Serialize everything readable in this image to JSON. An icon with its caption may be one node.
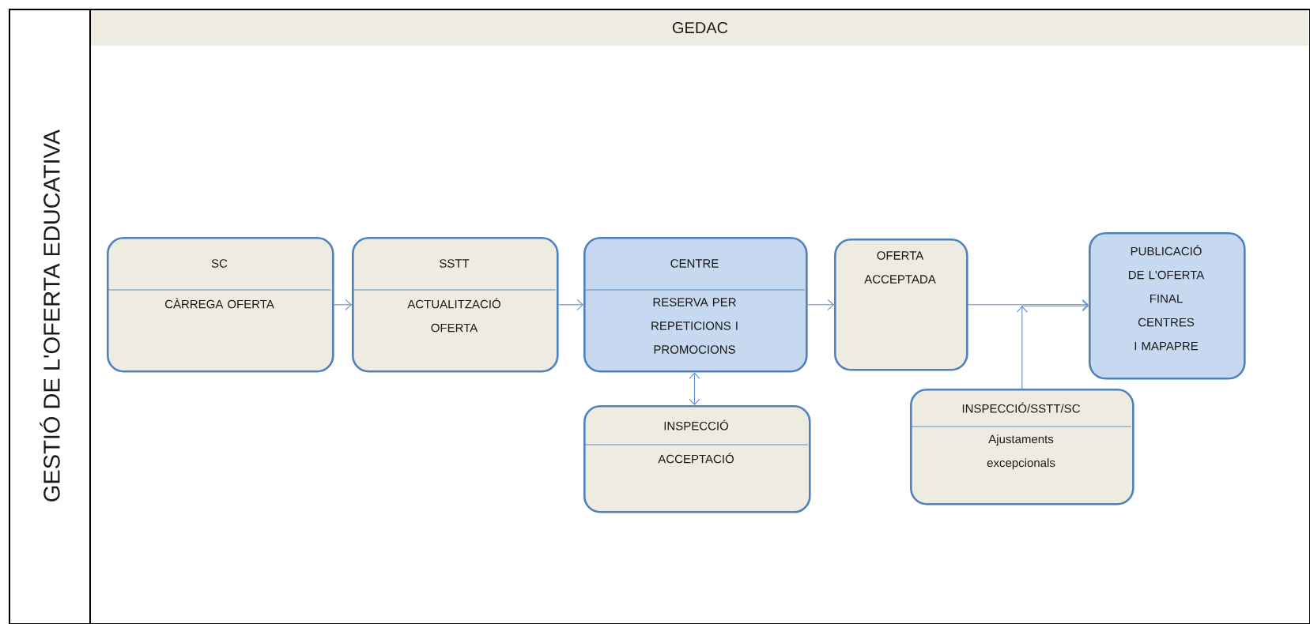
{
  "diagram": {
    "nodes": [
      {
        "text": [
          "GESTIÓ DE L'OFERTA EDUCATIVA"
        ]
      },
      {
        "text": [
          "GEDAC"
        ]
      },
      {
        "text": [
          "SC",
          "CÀRREGA OFERTA"
        ],
        "in": 1
      },
      {
        "text": [
          "SSTT",
          "ACTUALITZACIÓ OFERTA"
        ],
        "in": 1
      },
      {
        "text": [
          "CENTRE",
          "RESERVA PER REPETICIONS I PROMOCIONS"
        ],
        "in": 1
      },
      {
        "text": [
          "OFERTA ACCEPTADA"
        ],
        "in": 1
      },
      {
        "text": [
          "PUBLICACIÓ DE L'OFERTA FINAL CENTRES I MAPAPRE"
        ],
        "in": 1
      },
      {
        "text": [
          "INSPECCIÓ",
          "ACCEPTACIÓ"
        ],
        "in": 1
      },
      {
        "text": [
          "INSPECCIÓ/SSTT/SC",
          "Ajustaments excepcionals"
        ],
        "in": 1
      }
    ],
    "edges": [
      {
        "from": 2,
        "to": 3,
        "arrow": "to"
      },
      {
        "from": 3,
        "to": 4,
        "arrow": "to"
      },
      {
        "from": 4,
        "to": 5,
        "arrow": "to"
      },
      {
        "from": 5,
        "to": 6,
        "arrow": "to"
      },
      {
        "from": 4,
        "to": 7,
        "arrow": "both"
      },
      {
        "from": 8,
        "to": 6,
        "arrow": "to"
      }
    ]
  }
}
